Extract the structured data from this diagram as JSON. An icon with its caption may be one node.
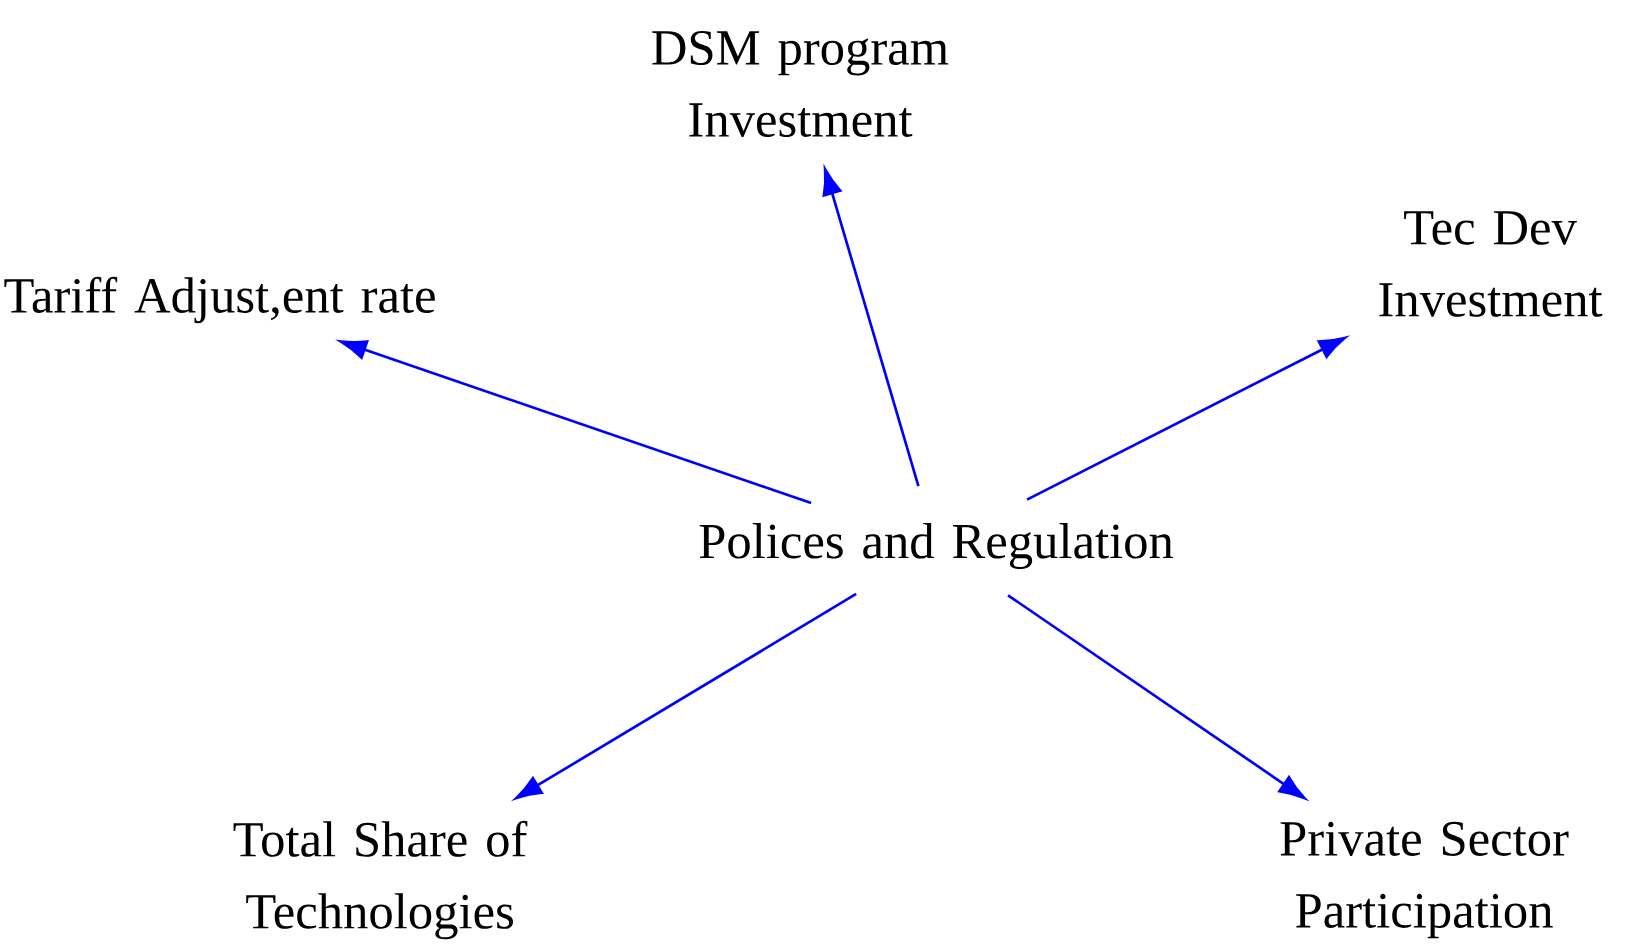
{
  "diagram": {
    "nodes": [
      {
        "text": [
          "Polices and Regulation"
        ]
      },
      {
        "text": [
          "DSM program Investment"
        ]
      },
      {
        "text": [
          "Tec Dev Investment"
        ]
      },
      {
        "text": [
          "Tariff Adjust,ent rate"
        ]
      },
      {
        "text": [
          "Total Share of Technologies"
        ]
      },
      {
        "text": [
          "Private Sector Participation"
        ]
      }
    ],
    "edges": [
      {
        "from": 0,
        "to": 3,
        "arrow": "to"
      },
      {
        "from": 0,
        "to": 1,
        "arrow": "to"
      },
      {
        "from": 0,
        "to": 2,
        "arrow": "to"
      },
      {
        "from": 0,
        "to": 4,
        "arrow": "to"
      },
      {
        "from": 0,
        "to": 5,
        "arrow": "to"
      }
    ]
  }
}
